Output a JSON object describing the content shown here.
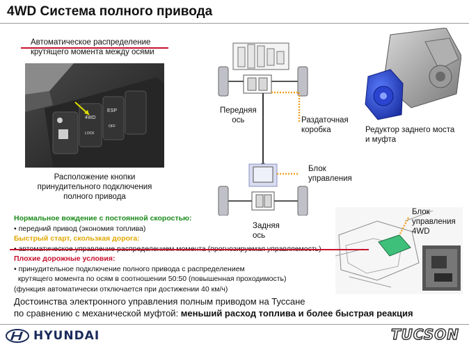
{
  "title": "4WD Система полного привода",
  "auto_caption": [
    "Автоматическое распределение",
    "крутящего момента между осями"
  ],
  "console": {
    "caption": [
      "Расположение кнопки",
      "принудительного подключения",
      "полного привода"
    ],
    "button_4wd": "4WD",
    "button_lock": "LOCK",
    "button_esp": "ESP",
    "button_off": "OFF"
  },
  "diagram": {
    "front_axle": [
      "Передняя",
      "ось"
    ],
    "transfer_case": [
      "Раздаточная",
      "коробка"
    ],
    "control_unit": [
      "Блок",
      "управления"
    ],
    "rear_axle": [
      "Задняя",
      "ось"
    ]
  },
  "reducer_caption": [
    "Редуктор заднего моста",
    "и муфта"
  ],
  "ecu_caption": [
    "Блок",
    "управления",
    "4WD"
  ],
  "conditions": {
    "normal_heading": "Нормальное вождение с постоянной скоростью:",
    "normal_text": "• передний привод (экономия топлива)",
    "quick_heading": "Быстрый старт, скользкая дорога:",
    "quick_text": "• автоматическое управление распределением момента (прогнозируемая управляемость)",
    "bad_heading": "Плохие дорожные условия:",
    "bad_lines": [
      "• принудительное подключение полного привода с распределением",
      "  крутящего момента по осям в соотношении 50:50 (повышенная проходимость)",
      "(функция автоматически отключается при достижении 40 км/ч)"
    ]
  },
  "summary": {
    "line1": "Достоинства электронного управления полным приводом на Туссане",
    "line2_plain": "по сравнению с механической муфтой: ",
    "line2_bold": "меньший расход топлива и более быстрая реакция"
  },
  "footer": {
    "brand": "HYUNDAI",
    "model": "TUCSON"
  },
  "colors": {
    "accent_red": "#c8102e",
    "heading_green": "#1a8a1a",
    "heading_yellow": "#e0a800",
    "transfer_dots": "#f0a020",
    "brand_navy": "#1a2a5a"
  }
}
